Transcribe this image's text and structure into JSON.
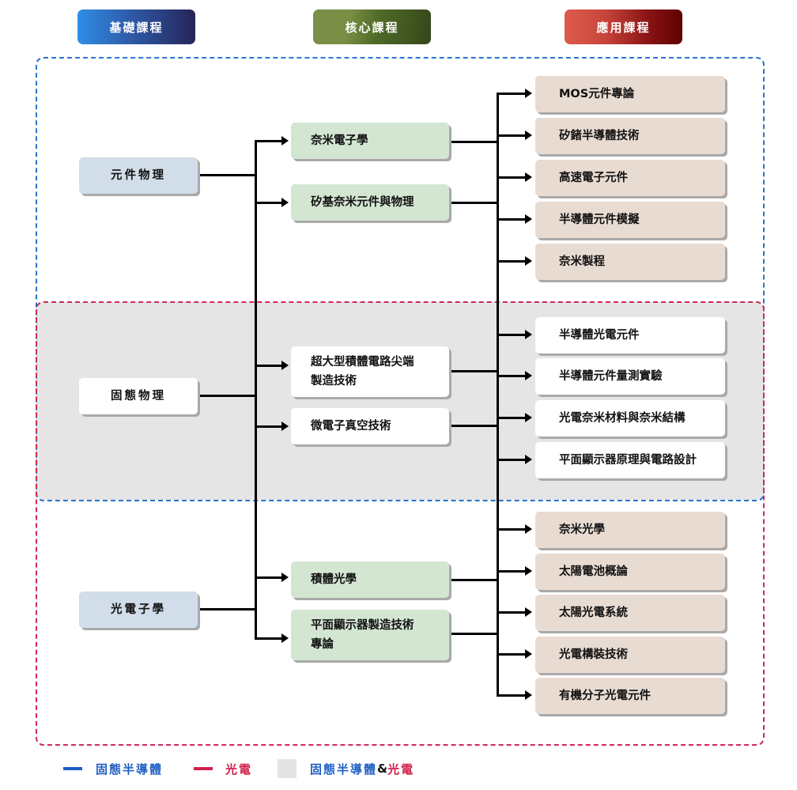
{
  "colors": {
    "solid_state_semiconductor": "#1f5fc4",
    "optoelectronics": "#cf1f4a",
    "overlap_fill": "#e5e5e5",
    "basic_fill": "#d1dde8",
    "core_fill": "#d3e6d2",
    "applied_fill": "#e8dbd2"
  },
  "headers": {
    "basic": "基礎課程",
    "core": "核心課程",
    "applied": "應用課程"
  },
  "basic_courses": [
    {
      "label": "元件物理",
      "track": "solid-state"
    },
    {
      "label": "固態物理",
      "track": "both"
    },
    {
      "label": "光電子學",
      "track": "optoelectronics"
    }
  ],
  "core_courses": [
    {
      "lines": [
        "奈米電子學"
      ],
      "track": "solid-state"
    },
    {
      "lines": [
        "矽基奈米元件與物理"
      ],
      "track": "solid-state"
    },
    {
      "lines": [
        "超大型積體電路尖端",
        "製造技術"
      ],
      "track": "both"
    },
    {
      "lines": [
        "微電子真空技術"
      ],
      "track": "both"
    },
    {
      "lines": [
        "積體光學"
      ],
      "track": "optoelectronics"
    },
    {
      "lines": [
        "平面顯示器製造技術",
        "專論"
      ],
      "track": "optoelectronics"
    }
  ],
  "applied_courses": [
    {
      "label": "MOS元件專論",
      "track": "solid-state"
    },
    {
      "label": "矽鍺半導體技術",
      "track": "solid-state"
    },
    {
      "label": "高速電子元件",
      "track": "solid-state"
    },
    {
      "label": "半導體元件模擬",
      "track": "solid-state"
    },
    {
      "label": "奈米製程",
      "track": "solid-state"
    },
    {
      "label": "半導體光電元件",
      "track": "both"
    },
    {
      "label": "半導體元件量測實驗",
      "track": "both"
    },
    {
      "label": "光電奈米材料與奈米結構",
      "track": "both"
    },
    {
      "label": "平面顯示器原理與電路設計",
      "track": "both"
    },
    {
      "label": "奈米光學",
      "track": "optoelectronics"
    },
    {
      "label": "太陽電池概論",
      "track": "optoelectronics"
    },
    {
      "label": "太陽光電系統",
      "track": "optoelectronics"
    },
    {
      "label": "光電構裝技術",
      "track": "optoelectronics"
    },
    {
      "label": "有機分子光電元件",
      "track": "optoelectronics"
    }
  ],
  "legend": {
    "solid_state": "固態半導體",
    "opto": "光電",
    "both_part1": "固態半導體",
    "both_amp": "&",
    "both_part2": "光電"
  }
}
